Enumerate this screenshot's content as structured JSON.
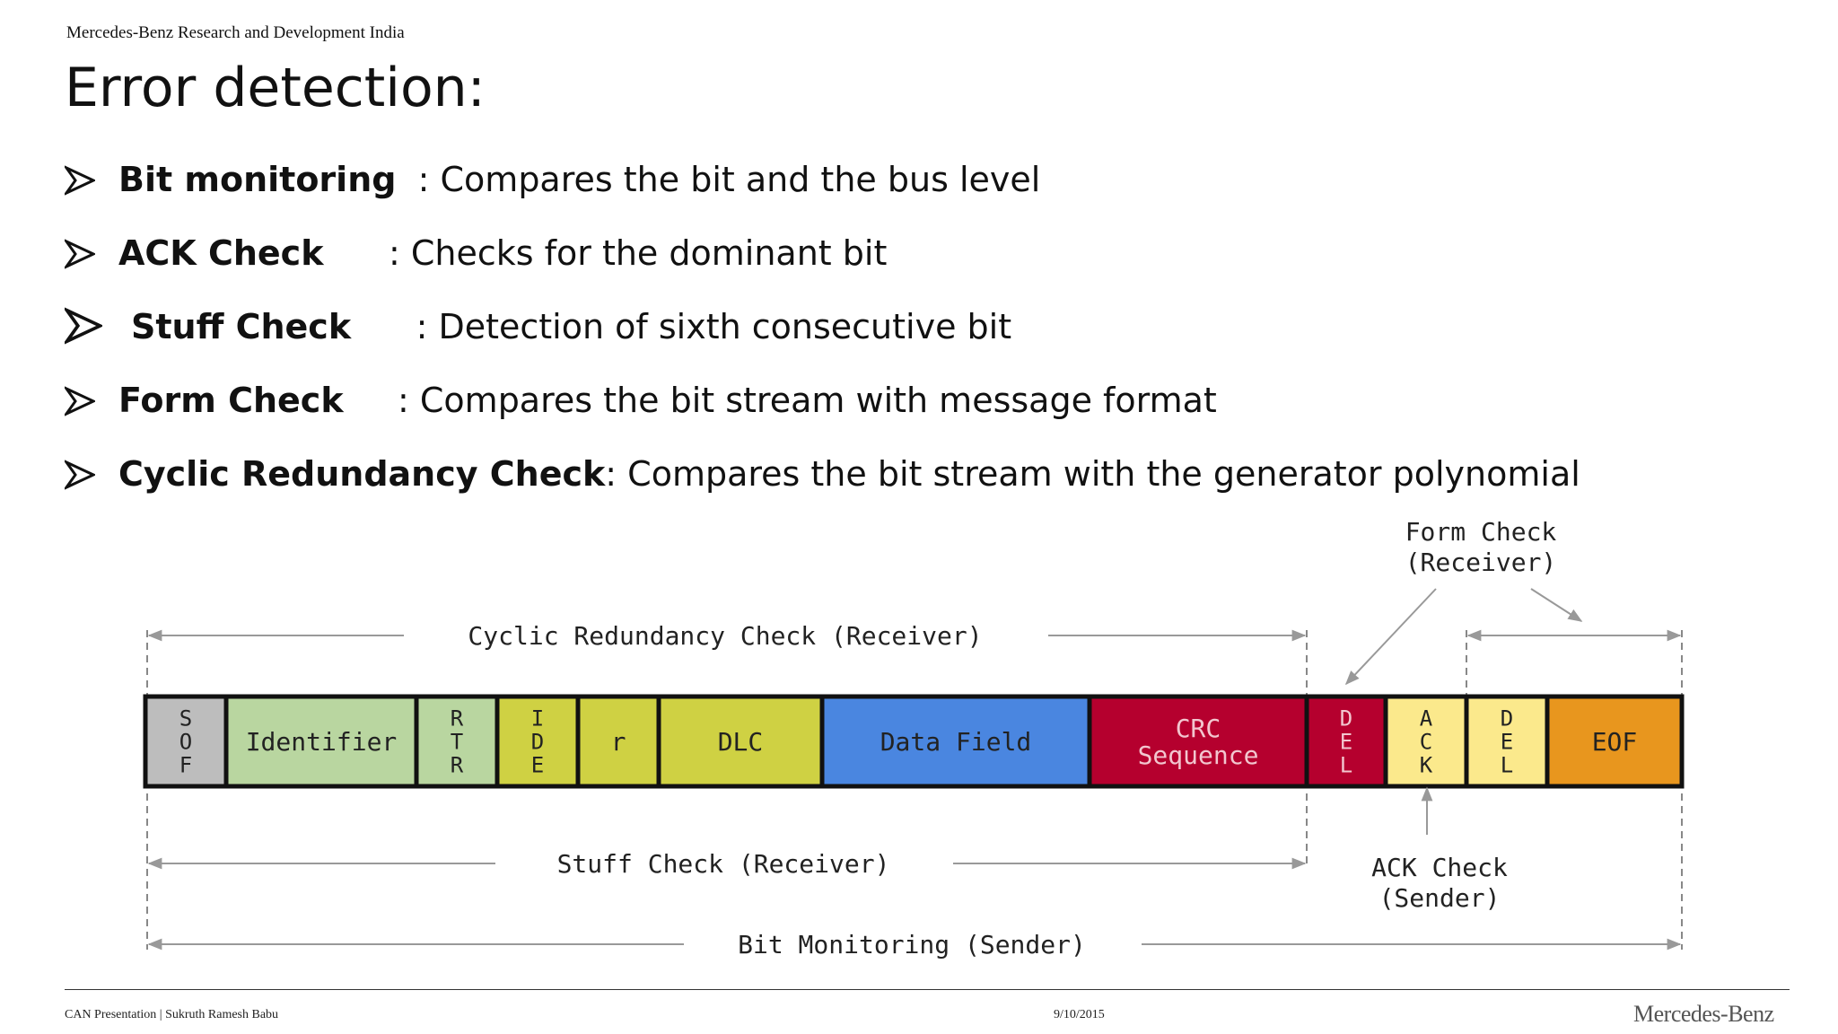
{
  "header": {
    "organization": "Mercedes-Benz Research and Development India"
  },
  "title": "Error detection:",
  "bullets": [
    {
      "term": "Bit monitoring",
      "sep": "  : ",
      "desc": "Compares the bit and the bus level"
    },
    {
      "term": "ACK Check",
      "sep": "      : ",
      "desc": "Checks for the dominant bit"
    },
    {
      "term": "Stuff Check",
      "sep": "      : ",
      "desc": "Detection of sixth consecutive bit"
    },
    {
      "term": "Form Check",
      "sep": "     : ",
      "desc": "Compares the bit stream with message format"
    },
    {
      "term": "Cyclic Redundancy Check",
      "sep": ": ",
      "desc": "Compares the bit stream with the generator polynomial"
    }
  ],
  "diagram": {
    "fields": [
      {
        "id": "sof",
        "lines": [
          "S",
          "O",
          "F"
        ],
        "color": "#bdbdbd"
      },
      {
        "id": "identifier",
        "lines": [
          "Identifier"
        ],
        "color": "#b9d6a0"
      },
      {
        "id": "rtr",
        "lines": [
          "R",
          "T",
          "R"
        ],
        "color": "#b9d6a0"
      },
      {
        "id": "ide",
        "lines": [
          "I",
          "D",
          "E"
        ],
        "color": "#cfd143"
      },
      {
        "id": "r",
        "lines": [
          "r"
        ],
        "color": "#cfd143"
      },
      {
        "id": "dlc",
        "lines": [
          "DLC"
        ],
        "color": "#cfd143"
      },
      {
        "id": "data-field",
        "lines": [
          "Data Field"
        ],
        "color": "#4a86e0"
      },
      {
        "id": "crc-sequence",
        "lines": [
          "CRC",
          "Sequence"
        ],
        "color": "#b5002e"
      },
      {
        "id": "crc-del",
        "lines": [
          "D",
          "E",
          "L"
        ],
        "color": "#b5002e"
      },
      {
        "id": "ack",
        "lines": [
          "A",
          "C",
          "K"
        ],
        "color": "#fbe98c"
      },
      {
        "id": "ack-del",
        "lines": [
          "D",
          "E",
          "L"
        ],
        "color": "#fbe98c"
      },
      {
        "id": "eof",
        "lines": [
          "EOF"
        ],
        "color": "#e8961e"
      }
    ],
    "labels": {
      "crc": "Cyclic Redundancy Check (Receiver)",
      "form_line1": "Form Check",
      "form_line2": "(Receiver)",
      "stuff": "Stuff Check (Receiver)",
      "ack_line1": "ACK Check",
      "ack_line2": "(Sender)",
      "bit": "Bit Monitoring (Sender)"
    }
  },
  "footer": {
    "left": "CAN Presentation | Sukruth Ramesh Babu",
    "date": "9/10/2015",
    "logo": "Mercedes-Benz"
  }
}
